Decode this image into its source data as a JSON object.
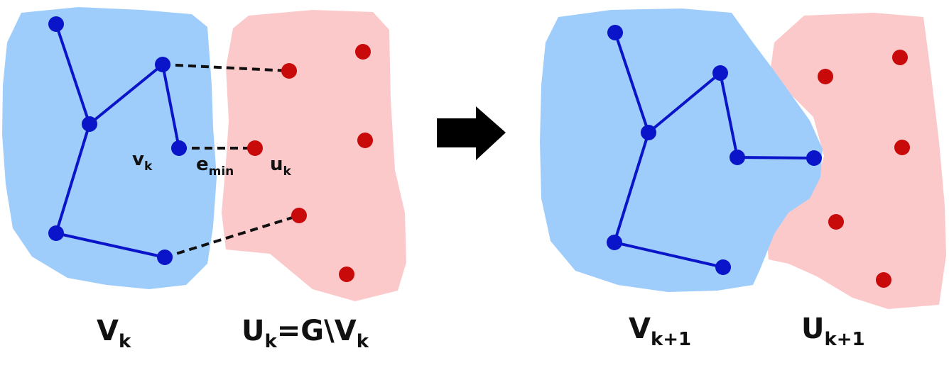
{
  "colors": {
    "tree_region": "#9fcdfb",
    "rest_region": "#fcc9ca",
    "tree_node": "#0a14c8",
    "tree_edge": "#0a14c8",
    "rest_node": "#c80a0a",
    "candidate_edge": "#111111",
    "arrow": "#000000"
  },
  "left": {
    "tree_label": {
      "main": "V",
      "sub": "k"
    },
    "rest_label": {
      "main_u": "U",
      "sub_u": "k",
      "rest": "=G\\V",
      "sub_v": "k"
    },
    "vertex_label": {
      "main": "v",
      "sub": "k"
    },
    "edge_label": {
      "main": "e",
      "sub": "min"
    },
    "target_label": {
      "main": "u",
      "sub": "k"
    }
  },
  "right": {
    "tree_label": {
      "main": "V",
      "sub": "k+1"
    },
    "rest_label": {
      "main": "U",
      "sub": "k+1"
    }
  }
}
